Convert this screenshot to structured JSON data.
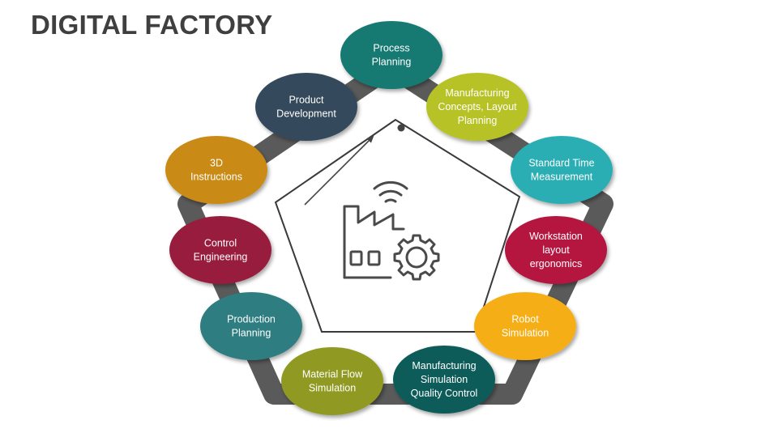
{
  "title": "DIGITAL FACTORY",
  "center_icon": "factory-wifi-gear-icon",
  "nodes": [
    {
      "id": "process-planning",
      "lines": [
        "Process",
        "Planning"
      ],
      "color": "#137a73"
    },
    {
      "id": "manufacturing-concepts",
      "lines": [
        "Manufacturing",
        "Concepts, Layout",
        "Planning"
      ],
      "color": "#b7c225"
    },
    {
      "id": "standard-time",
      "lines": [
        "Standard Time",
        "Measurement"
      ],
      "color": "#2aaeb4"
    },
    {
      "id": "workstation-layout",
      "lines": [
        "Workstation",
        "layout",
        "ergonomics"
      ],
      "color": "#b5123f"
    },
    {
      "id": "robot-simulation",
      "lines": [
        "Robot",
        "Simulation"
      ],
      "color": "#f6ae16"
    },
    {
      "id": "manufacturing-simulation",
      "lines": [
        "Manufacturing",
        "Simulation",
        "Quality Control"
      ],
      "color": "#0c5c5a"
    },
    {
      "id": "material-flow",
      "lines": [
        "Material Flow",
        "Simulation"
      ],
      "color": "#909a21"
    },
    {
      "id": "production-planning",
      "lines": [
        "Production",
        "Planning"
      ],
      "color": "#2f7d80"
    },
    {
      "id": "control-engineering",
      "lines": [
        "Control",
        "Engineering"
      ],
      "color": "#981a3c"
    },
    {
      "id": "3d-instructions",
      "lines": [
        "3D",
        "Instructions"
      ],
      "color": "#c98a12"
    },
    {
      "id": "product-development",
      "lines": [
        "Product",
        "Development"
      ],
      "color": "#364a5c"
    }
  ]
}
